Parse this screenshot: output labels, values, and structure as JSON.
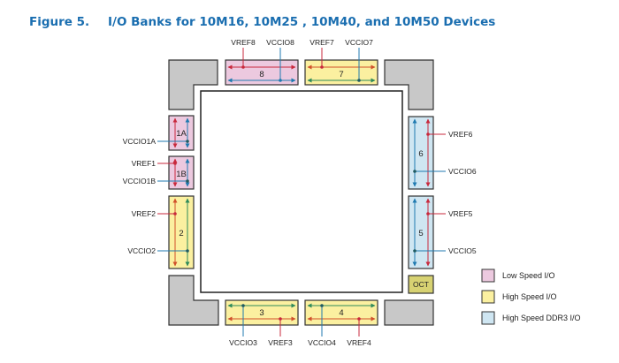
{
  "figure": {
    "number_label": "Figure 5.",
    "caption": "I/O Banks for 10M16, 10M25 , 10M40, and 10M50 Devices"
  },
  "colors": {
    "title": "#1a6eb0",
    "low_speed_fill": "#ecc9df",
    "high_speed_fill": "#fbf0a0",
    "ddr3_fill": "#cfe6f2",
    "oct_fill": "#d7d272",
    "corner_fill": "#c8c8c8",
    "vref_line": "#c8283c",
    "vccio_line_blue": "#1f7ab0",
    "vccio_line_green": "#2e8a5a",
    "vref_line_orange": "#d0502a"
  },
  "banks": {
    "b8": {
      "label": "8",
      "type": "low_speed",
      "vref": "VREF8",
      "vccio": "VCCIO8"
    },
    "b7": {
      "label": "7",
      "type": "high_speed",
      "vref": "VREF7",
      "vccio": "VCCIO7"
    },
    "b1a": {
      "label": "1A",
      "type": "low_speed",
      "vccio": "VCCIO1A"
    },
    "b1b": {
      "label": "1B",
      "type": "low_speed",
      "vref": "VREF1",
      "vccio": "VCCIO1B"
    },
    "b2": {
      "label": "2",
      "type": "high_speed",
      "vref": "VREF2",
      "vccio": "VCCIO2"
    },
    "b6": {
      "label": "6",
      "type": "ddr3",
      "vref": "VREF6",
      "vccio": "VCCIO6"
    },
    "b5": {
      "label": "5",
      "type": "ddr3",
      "vref": "VREF5",
      "vccio": "VCCIO5"
    },
    "b3": {
      "label": "3",
      "type": "high_speed",
      "vref": "VREF3",
      "vccio": "VCCIO3"
    },
    "b4": {
      "label": "4",
      "type": "high_speed",
      "vref": "VREF4",
      "vccio": "VCCIO4"
    }
  },
  "oct": {
    "label": "OCT"
  },
  "legend": [
    {
      "label": "Low Speed I/O",
      "type": "low_speed"
    },
    {
      "label": "High Speed I/O",
      "type": "high_speed"
    },
    {
      "label": "High Speed DDR3 I/O",
      "type": "ddr3"
    }
  ]
}
